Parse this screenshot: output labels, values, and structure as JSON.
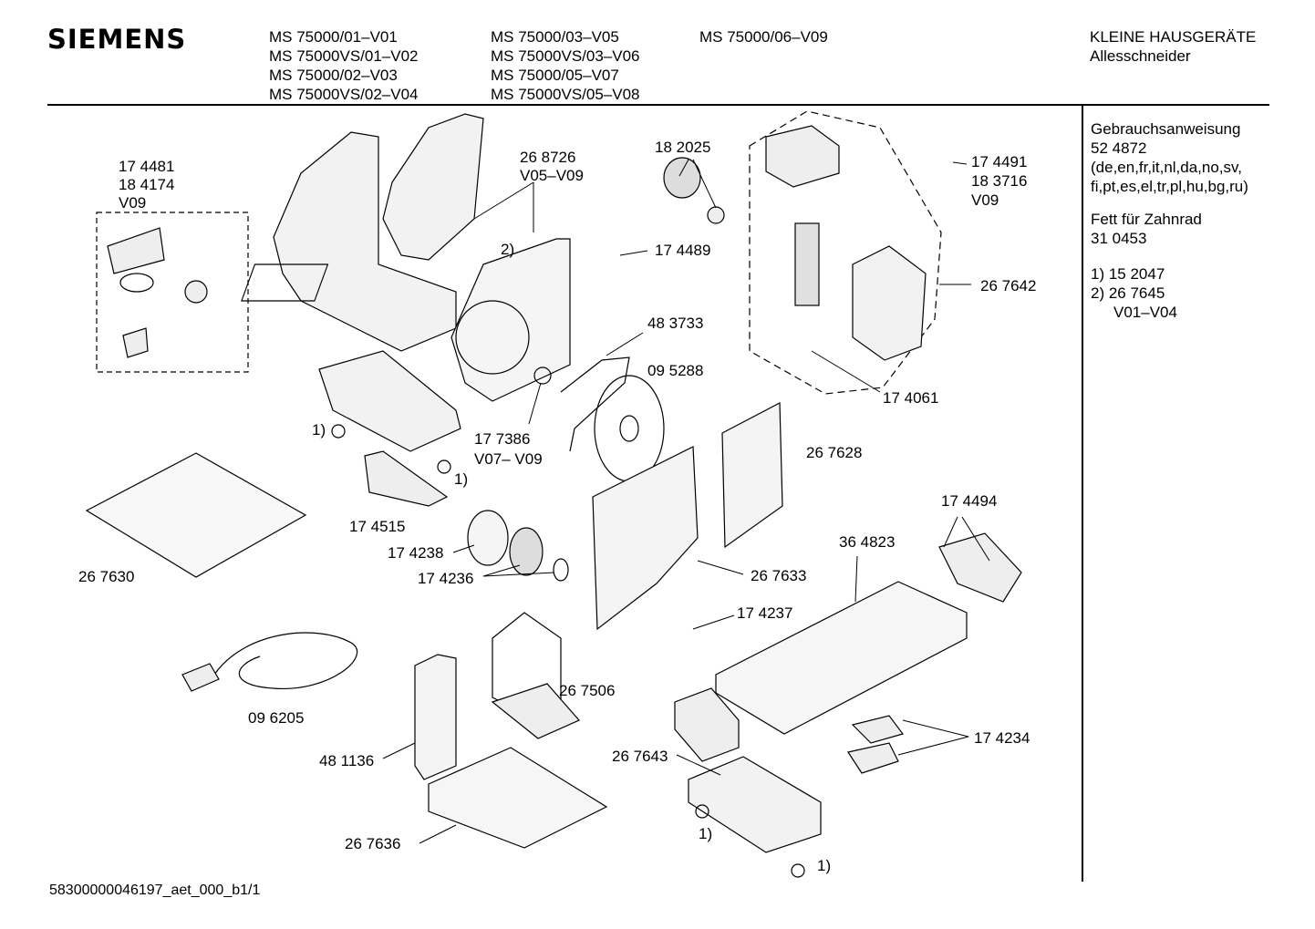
{
  "header": {
    "brand": "SIEMENS",
    "models_col1": [
      "MS 75000/01–V01",
      "MS 75000VS/01–V02",
      "MS 75000/02–V03",
      "MS 75000VS/02–V04"
    ],
    "models_col2": [
      "MS 75000/03–V05",
      "MS 75000VS/03–V06",
      "MS 75000/05–V07",
      "MS 75000VS/05–V08"
    ],
    "models_col3": [
      "MS 75000/06–V09"
    ],
    "category": "KLEINE HAUSGERÄTE",
    "product": "Allesschneider"
  },
  "sidebar": {
    "manual_title": "Gebrauchsanweisung",
    "manual_number": "52 4872",
    "manual_langs_1": "(de,en,fr,it,nl,da,no,sv,",
    "manual_langs_2": "fi,pt,es,el,tr,pl,hu,bg,ru)",
    "grease_title": "Fett für Zahnrad",
    "grease_number": "31 0453",
    "note1": "1)  15 2047",
    "note2": "2)  26 7645",
    "note2_range": "V01–V04"
  },
  "labels": {
    "p174481": "17 4481",
    "p184174": "18 4174",
    "v09a": "V09",
    "p268726": "26 8726",
    "v05v09": "V05–V09",
    "p182025": "18 2025",
    "p174491": "17 4491",
    "p183716": "18 3716",
    "v09b": "V09",
    "p174489": "17 4489",
    "note2_mark": "2)",
    "p267642": "26 7642",
    "p483733": "48 3733",
    "p095288": "09 5288",
    "p174061": "17 4061",
    "note1_a": "1)",
    "p177386": "17 7386",
    "v07v09": "V07– V09",
    "p267628": "26 7628",
    "note1_b": "1)",
    "p174515": "17 4515",
    "p174494": "17 4494",
    "p267630": "26 7630",
    "p174238": "17 4238",
    "p364823": "36 4823",
    "p174236": "17 4236",
    "p267633": "26 7633",
    "p174237": "17 4237",
    "p267506": "26 7506",
    "p096205": "09 6205",
    "p174234": "17 4234",
    "p481136": "48 1136",
    "p267643": "26 7643",
    "note1_c": "1)",
    "p267636": "26 7636",
    "note1_d": "1)"
  },
  "footer": {
    "doc_id": "58300000046197_aet_000_b1/1"
  }
}
